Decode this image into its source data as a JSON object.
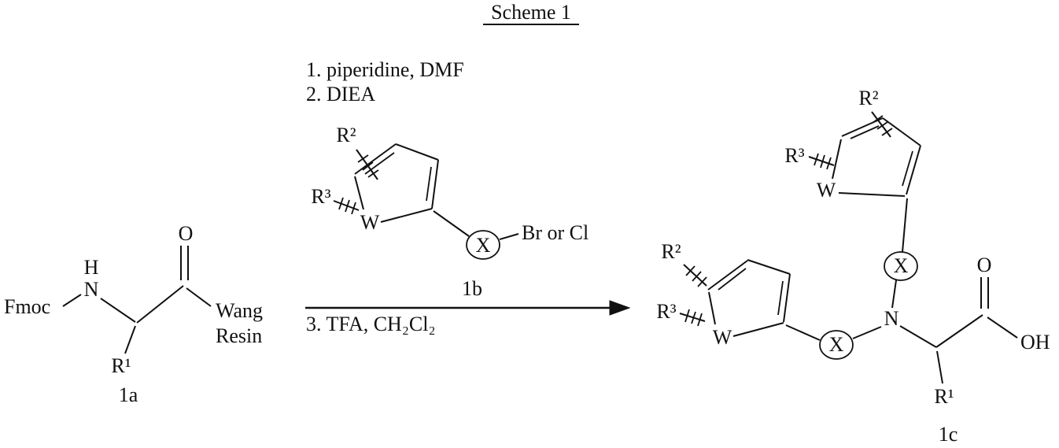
{
  "scheme": {
    "title": "Scheme 1"
  },
  "conditions": {
    "step_1": "1. piperidine, DMF",
    "step_2": "2. DIEA",
    "step_3": "3. TFA, CH₂Cl₂"
  },
  "structure_1a": {
    "fmoc": "Fmoc",
    "h": "H",
    "n": "N",
    "o": "O",
    "support_line_1": "Wang",
    "support_line_2": "Resin",
    "r1": "R¹",
    "label": "1a"
  },
  "structure_1b": {
    "r2": "R²",
    "r3": "R³",
    "w": "W",
    "linker": "X",
    "halide": "Br or Cl",
    "label": "1b"
  },
  "structure_1c": {
    "top_ring": {
      "r2": "R²",
      "r3": "R³",
      "w": "W",
      "linker": "X"
    },
    "left_ring": {
      "r2": "R²",
      "r3": "R³",
      "w": "W",
      "linker": "X"
    },
    "n": "N",
    "o": "O",
    "oh": "OH",
    "r1": "R¹",
    "label": "1c"
  }
}
